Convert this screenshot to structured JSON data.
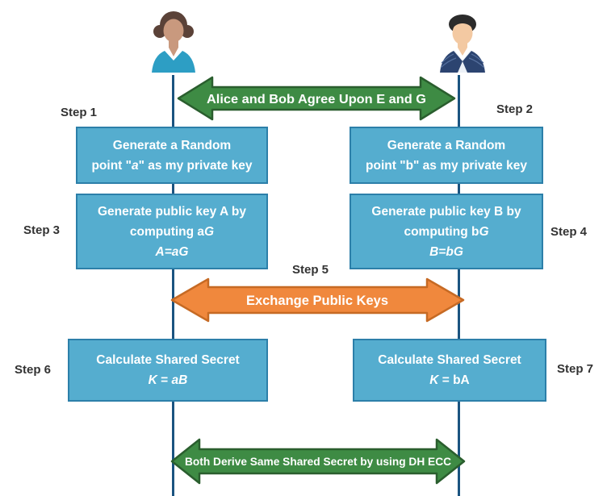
{
  "diagram_title": "ECDH key exchange sequence",
  "actors": {
    "left": {
      "id": "alice",
      "avatar": "woman-avatar"
    },
    "right": {
      "id": "bob",
      "avatar": "man-avatar"
    }
  },
  "steps": {
    "s1": "Step 1",
    "s2": "Step 2",
    "s3": "Step 3",
    "s4": "Step 4",
    "s5": "Step 5",
    "s6": "Step 6",
    "s7": "Step 7"
  },
  "arrows": {
    "agree": {
      "label": "Alice and Bob Agree Upon E and G",
      "fill": "#3E8B44",
      "stroke": "#2A5E2E"
    },
    "exchange": {
      "label": "Exchange Public Keys",
      "fill": "#F0883D",
      "stroke": "#C66A24"
    },
    "derive": {
      "label": "Both Derive Same Shared Secret by using DH ECC",
      "fill": "#3E8B44",
      "stroke": "#2A5E2E"
    }
  },
  "boxes": {
    "gen_a": {
      "line1": "Generate a Random",
      "l2a": "point \"",
      "l2b": "a",
      "l2c": "\" as my private key"
    },
    "gen_b": {
      "line1": "Generate a Random",
      "l2a": "point \"",
      "l2b": "b",
      "l2c": "\" as my private key"
    },
    "pub_a": {
      "line1": "Generate public key A by",
      "l2a": "computing a",
      "l2b": "G",
      "line3": "A=aG"
    },
    "pub_b": {
      "line1": "Generate public key B by",
      "l2a": "computing b",
      "l2b": "G",
      "line3": "B=bG"
    },
    "sec_a": {
      "line1": "Calculate Shared Secret",
      "l2a": "K",
      "l2b": " = ",
      "l2c": "aB"
    },
    "sec_b": {
      "line1": "Calculate Shared Secret",
      "l2a": "K",
      "l2b": " = ",
      "l2c": "bA"
    }
  },
  "colors": {
    "box_fill": "#55ADCF",
    "box_border": "#2C7FA9",
    "lifeline": "#1B5480",
    "step_text": "#333333",
    "green_fill": "#3E8B44",
    "green_border": "#2A5E2E",
    "orange_fill": "#F0883D",
    "orange_border": "#C66A24",
    "background": "#FFFFFF"
  }
}
